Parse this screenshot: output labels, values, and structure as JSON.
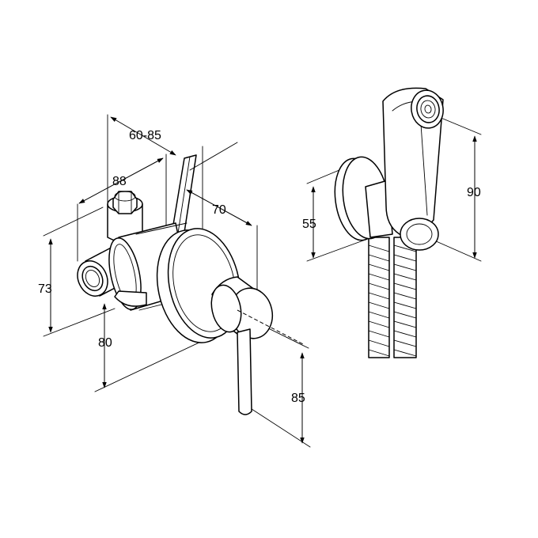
{
  "dimensions": {
    "width_range": "60-85",
    "spacing": "88",
    "plate_depth": "70",
    "body_height": "73",
    "lower_height": "80",
    "lever_drop": "85",
    "holder_height": "55",
    "spray_height": "90"
  }
}
